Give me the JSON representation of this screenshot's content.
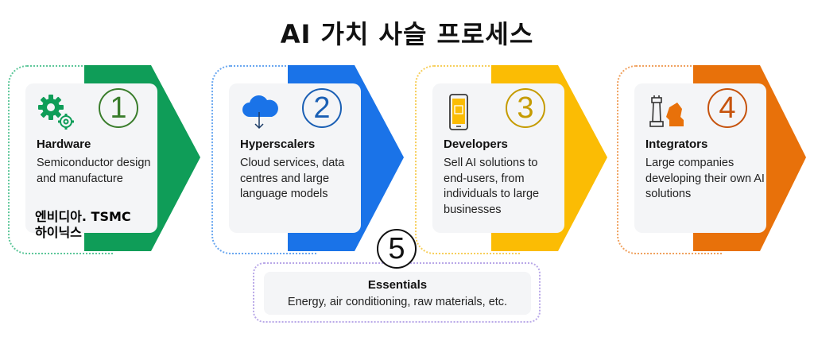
{
  "title": "AI 가치 사슬 프로세스",
  "stages": [
    {
      "number": "1",
      "title": "Hardware",
      "description": "Semiconductor design and manufacture",
      "note_line1": "엔비디아. TSMC",
      "note_line2": "하이닉스",
      "color": "#0f9d58",
      "icon": "gears-icon"
    },
    {
      "number": "2",
      "title": "Hyperscalers",
      "description": "Cloud services, data centres and large language models",
      "color": "#1a73e8",
      "icon": "cloud-download-icon"
    },
    {
      "number": "3",
      "title": "Developers",
      "description": "Sell AI solutions to end-users, from individuals to large businesses",
      "color": "#fbbc04",
      "icon": "mobile-phone-icon"
    },
    {
      "number": "4",
      "title": "Integrators",
      "description": "Large companies developing their own AI solutions",
      "color": "#e8710a",
      "icon": "chess-pieces-icon"
    }
  ],
  "essentials": {
    "number": "5",
    "title": "Essentials",
    "description": "Energy, air conditioning, raw materials, etc.",
    "color": "#b9a8e8"
  },
  "number_colors": [
    "#3a7d2c",
    "#1a5fb4",
    "#c59b00",
    "#c6530d"
  ]
}
